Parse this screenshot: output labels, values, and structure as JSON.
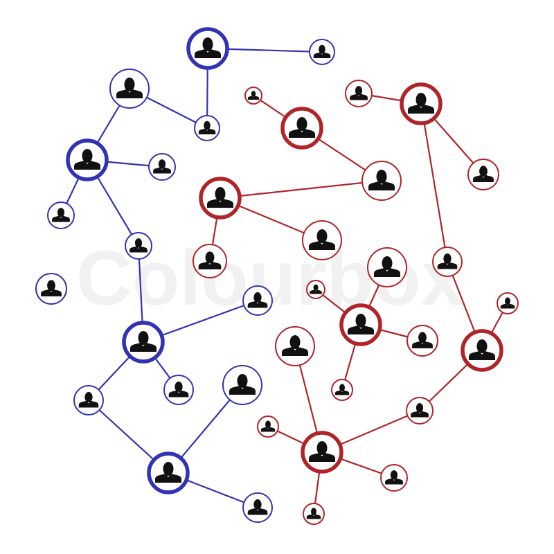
{
  "diagram": {
    "watermark": "Colourbox",
    "colors": {
      "blue": "#3232b4",
      "red": "#b02428",
      "icon": "#111111",
      "background": "#ffffff"
    },
    "clusters": [
      {
        "name": "blue-network",
        "color_key": "blue",
        "node_count": 16,
        "edge_count": 14
      },
      {
        "name": "red-network",
        "color_key": "red",
        "node_count": 23,
        "edge_count": 20
      }
    ]
  }
}
